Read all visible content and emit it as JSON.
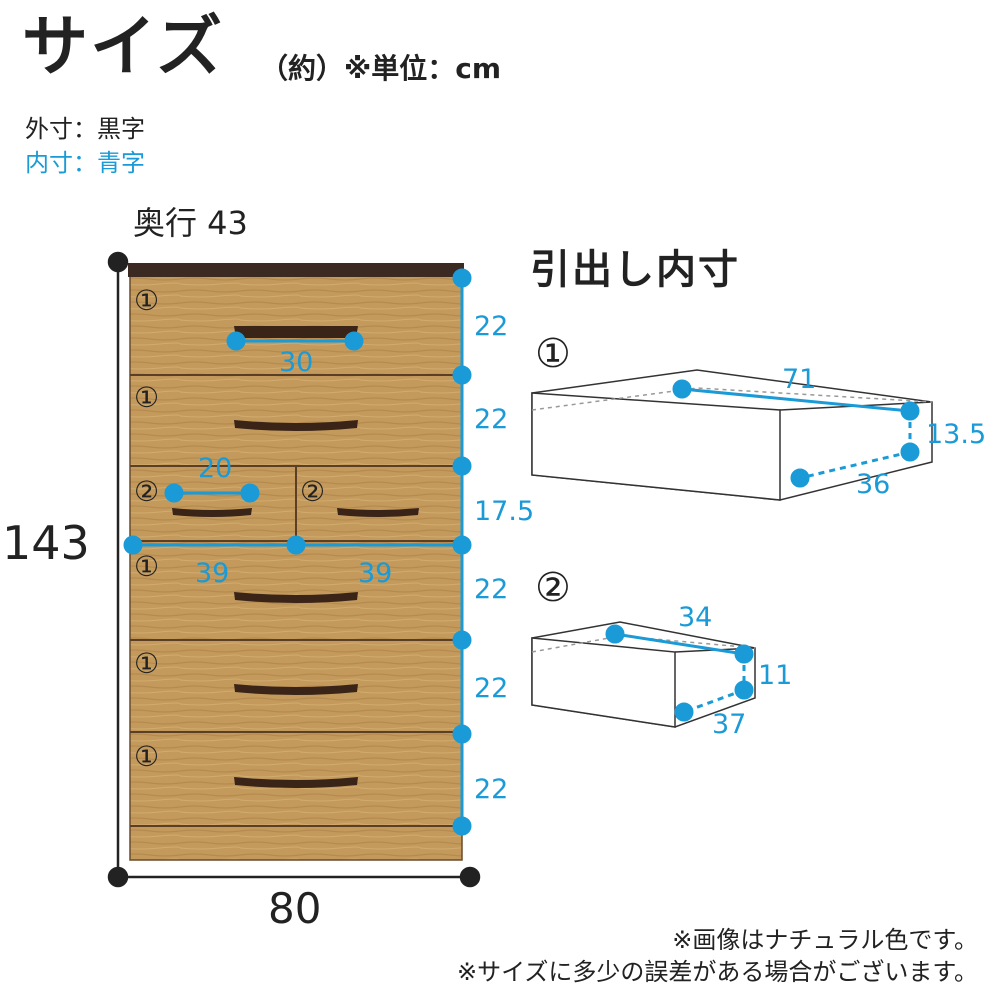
{
  "header": {
    "title": "サイズ",
    "unit_note": "（約）※単位：cm"
  },
  "legend": {
    "outer": "外寸：黒字",
    "inner": "内寸：青字"
  },
  "colors": {
    "inner_dimension": "#1a9ad6",
    "outer_dimension": "#222222",
    "wood": "#c39a5c",
    "wood_dark": "#a87d45",
    "top_board": "#3a2a22",
    "handle": "#3a2418"
  },
  "chest": {
    "depth_label": "奥行 43",
    "outer_height": "143",
    "outer_width": "80",
    "drawers": [
      {
        "label": "①",
        "handle": "wide"
      },
      {
        "label": "①",
        "handle": "medium"
      },
      {
        "label": "②",
        "handle": "small"
      },
      {
        "label": "②",
        "handle": "small"
      },
      {
        "label": "①",
        "handle": "medium"
      },
      {
        "label": "①",
        "handle": "medium"
      },
      {
        "label": "①",
        "handle": "medium"
      }
    ],
    "inner_heights": [
      "22",
      "22",
      "17.5",
      "22",
      "22",
      "22"
    ],
    "handle_width_1": "30",
    "handle_width_2": "20",
    "inner_width_left": "39",
    "inner_width_right": "39"
  },
  "drawer_interior": {
    "title": "引出し内寸",
    "drawer1": {
      "label": "①",
      "width": "71",
      "height": "13.5",
      "depth": "36"
    },
    "drawer2": {
      "label": "②",
      "width": "34",
      "height": "11",
      "depth": "37"
    }
  },
  "notes": [
    "※画像はナチュラル色です。",
    "※サイズに多少の誤差がある場合がございます。"
  ]
}
